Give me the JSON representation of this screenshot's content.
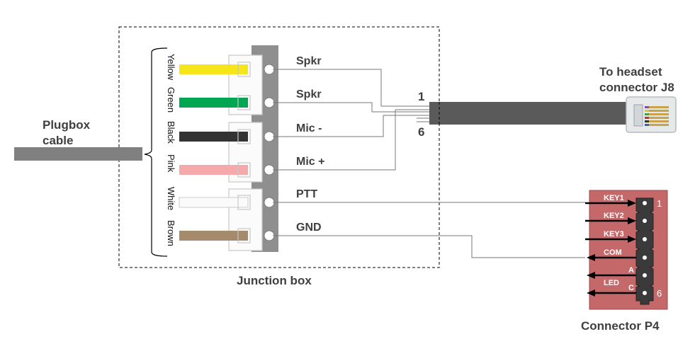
{
  "title": "Plugbox cable to junction box wiring",
  "plugbox_cable": {
    "label_line1": "Plugbox",
    "label_line2": "cable"
  },
  "junction_box": {
    "label": "Junction box"
  },
  "wires": [
    {
      "color_name": "Yellow",
      "color": "#f7e51c",
      "signal": "Spkr"
    },
    {
      "color_name": "Green",
      "color": "#00a651",
      "signal": "Spkr"
    },
    {
      "color_name": "Black",
      "color": "#333333",
      "signal": "Mic -"
    },
    {
      "color_name": "Pink",
      "color": "#f6a9ab",
      "signal": "Mic +"
    },
    {
      "color_name": "White",
      "color": "#fafafa",
      "signal": "PTT"
    },
    {
      "color_name": "Brown",
      "color": "#a58a6b",
      "signal": "GND"
    }
  ],
  "headset": {
    "label_line1": "To headset",
    "label_line2": "connector  J8",
    "pin_first": "1",
    "pin_last": "6"
  },
  "connector_p4": {
    "label": "Connector  P4",
    "board_color": "#c5686a",
    "pins": [
      {
        "label": "KEY1",
        "direction": "in"
      },
      {
        "label": "KEY2",
        "direction": "in"
      },
      {
        "label": "KEY3",
        "direction": "in"
      },
      {
        "label": "COM",
        "direction": "out"
      },
      {
        "label": "A",
        "direction": "out"
      },
      {
        "label": "C",
        "direction": "out"
      }
    ],
    "group_label": "LED",
    "pin_first": "1",
    "pin_last": "6"
  }
}
